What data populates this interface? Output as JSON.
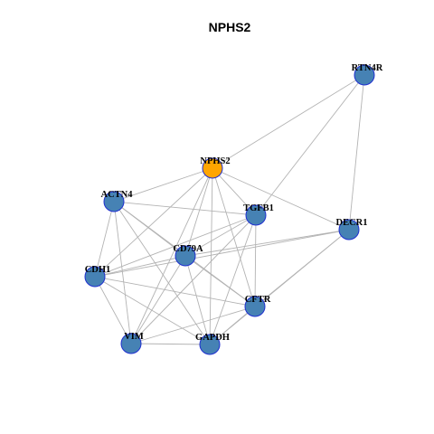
{
  "title": "NPHS2",
  "colors": {
    "hub_fill": "#FFA500",
    "node_fill": "#4682B4",
    "node_border": "#1F2FD0",
    "edge": "#B3B3B3"
  },
  "nodes": [
    {
      "id": "NPHS2",
      "label": "NPHS2",
      "hub": true
    },
    {
      "id": "RTN4R",
      "label": "RTN4R"
    },
    {
      "id": "ACTN4",
      "label": "ACTN4"
    },
    {
      "id": "TGFB1",
      "label": "TGFB1"
    },
    {
      "id": "DECR1",
      "label": "DECR1"
    },
    {
      "id": "CD79A",
      "label": "CD79A"
    },
    {
      "id": "CDH1",
      "label": "CDH1"
    },
    {
      "id": "CFTR",
      "label": "CFTR"
    },
    {
      "id": "VIM",
      "label": "VIM"
    },
    {
      "id": "GAPDH",
      "label": "GAPDH"
    }
  ],
  "edges": [
    [
      "NPHS2",
      "RTN4R"
    ],
    [
      "NPHS2",
      "ACTN4"
    ],
    [
      "NPHS2",
      "TGFB1"
    ],
    [
      "NPHS2",
      "DECR1"
    ],
    [
      "NPHS2",
      "CD79A"
    ],
    [
      "NPHS2",
      "CDH1"
    ],
    [
      "NPHS2",
      "CFTR"
    ],
    [
      "NPHS2",
      "VIM"
    ],
    [
      "NPHS2",
      "GAPDH"
    ],
    [
      "RTN4R",
      "TGFB1"
    ],
    [
      "RTN4R",
      "DECR1"
    ],
    [
      "ACTN4",
      "TGFB1"
    ],
    [
      "ACTN4",
      "CD79A"
    ],
    [
      "ACTN4",
      "CDH1"
    ],
    [
      "ACTN4",
      "CFTR"
    ],
    [
      "ACTN4",
      "VIM"
    ],
    [
      "ACTN4",
      "GAPDH"
    ],
    [
      "TGFB1",
      "CD79A"
    ],
    [
      "TGFB1",
      "CDH1"
    ],
    [
      "TGFB1",
      "CFTR"
    ],
    [
      "TGFB1",
      "VIM"
    ],
    [
      "TGFB1",
      "GAPDH"
    ],
    [
      "DECR1",
      "CD79A"
    ],
    [
      "DECR1",
      "CDH1"
    ],
    [
      "DECR1",
      "CFTR"
    ],
    [
      "DECR1",
      "GAPDH"
    ],
    [
      "CD79A",
      "CDH1"
    ],
    [
      "CD79A",
      "CFTR"
    ],
    [
      "CD79A",
      "VIM"
    ],
    [
      "CD79A",
      "GAPDH"
    ],
    [
      "CDH1",
      "CFTR"
    ],
    [
      "CDH1",
      "VIM"
    ],
    [
      "CDH1",
      "GAPDH"
    ],
    [
      "CFTR",
      "VIM"
    ],
    [
      "CFTR",
      "GAPDH"
    ],
    [
      "VIM",
      "GAPDH"
    ]
  ]
}
